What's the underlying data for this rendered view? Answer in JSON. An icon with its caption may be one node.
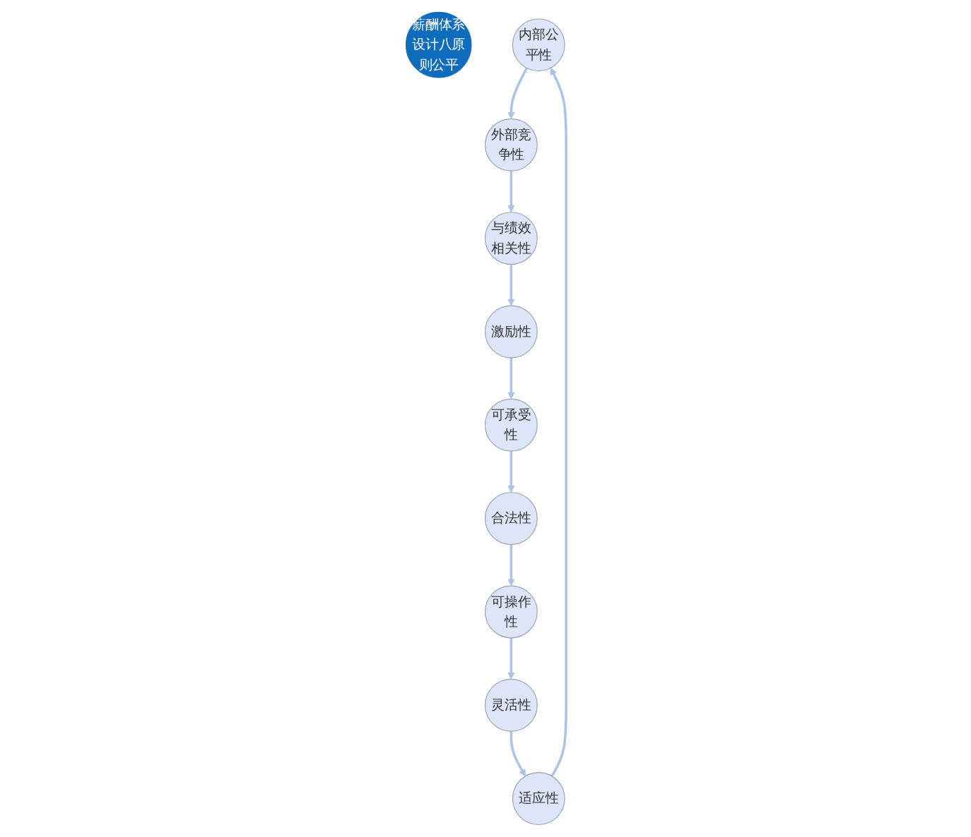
{
  "diagram": {
    "nodes": [
      {
        "text": [
          "薪酬体系设计八原则公平"
        ]
      },
      {
        "text": [
          "内部公平性"
        ]
      },
      {
        "text": [
          "外部竞争性"
        ]
      },
      {
        "text": [
          "与绩效相关性"
        ]
      },
      {
        "text": [
          "激励性"
        ]
      },
      {
        "text": [
          "可承受性"
        ]
      },
      {
        "text": [
          "合法性"
        ]
      },
      {
        "text": [
          "可操作性"
        ]
      },
      {
        "text": [
          "灵活性"
        ]
      },
      {
        "text": [
          "适应性"
        ]
      }
    ],
    "edges": [
      {
        "from": 1,
        "to": 2,
        "arrow": "to"
      },
      {
        "from": 2,
        "to": 3,
        "arrow": "to"
      },
      {
        "from": 3,
        "to": 4,
        "arrow": "to"
      },
      {
        "from": 4,
        "to": 5,
        "arrow": "to"
      },
      {
        "from": 5,
        "to": 6,
        "arrow": "to"
      },
      {
        "from": 6,
        "to": 7,
        "arrow": "to"
      },
      {
        "from": 7,
        "to": 8,
        "arrow": "to"
      },
      {
        "from": 8,
        "to": 9,
        "arrow": "to"
      },
      {
        "from": 9,
        "to": 1,
        "arrow": "to"
      }
    ]
  }
}
